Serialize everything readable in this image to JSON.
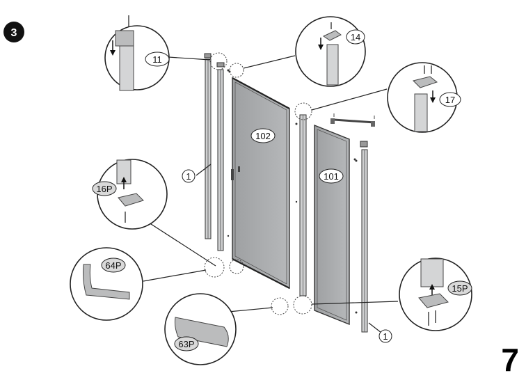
{
  "step": {
    "number": "3"
  },
  "page": {
    "number": "7"
  },
  "labels": {
    "part_11": "11",
    "part_14": "14",
    "part_17": "17",
    "part_102": "102",
    "part_101": "101",
    "part_1_left": "1",
    "part_1_right": "1",
    "part_16p": "16P",
    "part_64p": "64P",
    "part_63p": "63P",
    "part_15p": "15P"
  },
  "colors": {
    "glass": "#a9abad",
    "frame": "#4a4a4a",
    "callout_bubble": "#d9d9d9",
    "line": "#222222"
  }
}
